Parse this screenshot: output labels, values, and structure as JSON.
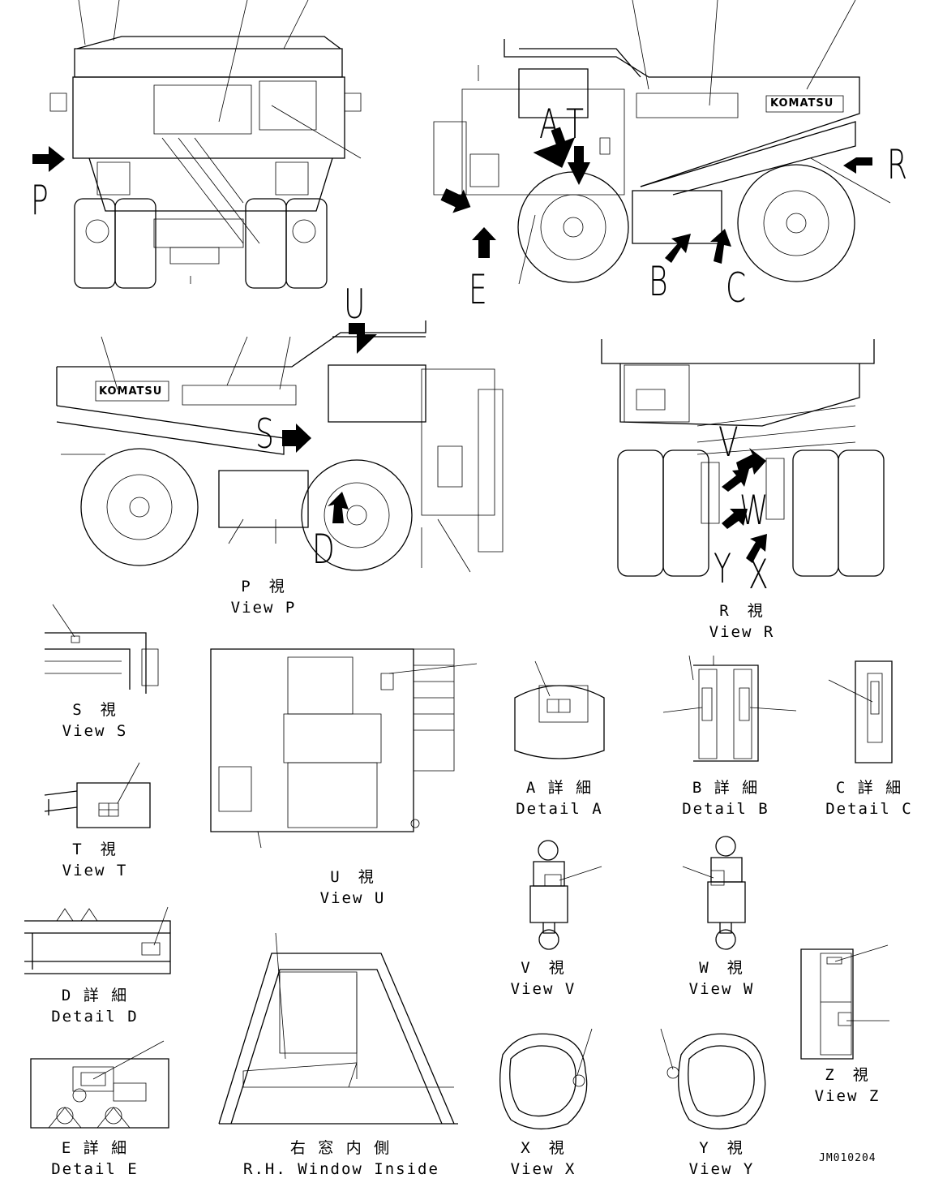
{
  "drawing_number": "JM010204",
  "brand_marking": "KOMATSU",
  "view_letters": {
    "p": "P",
    "r": "R",
    "u": "U",
    "s": "S",
    "t": "T",
    "a": "A",
    "b": "B",
    "c": "C",
    "d": "D",
    "e": "E",
    "v": "V",
    "w": "W",
    "x": "X",
    "y": "Y"
  },
  "captions": {
    "view_p": {
      "jp": "P　視",
      "en": "View P"
    },
    "view_r": {
      "jp": "R　視",
      "en": "View R"
    },
    "view_s": {
      "jp": "S　視",
      "en": "View S"
    },
    "view_t": {
      "jp": "T　視",
      "en": "View T"
    },
    "view_u": {
      "jp": "U　視",
      "en": "View U"
    },
    "view_v": {
      "jp": "V　視",
      "en": "View V"
    },
    "view_w": {
      "jp": "W　視",
      "en": "View W"
    },
    "view_x": {
      "jp": "X　視",
      "en": "View X"
    },
    "view_y": {
      "jp": "Y　視",
      "en": "View Y"
    },
    "view_z": {
      "jp": "Z　視",
      "en": "View Z"
    },
    "detail_a": {
      "jp": "A 詳 細",
      "en": "Detail A"
    },
    "detail_b": {
      "jp": "B 詳 細",
      "en": "Detail B"
    },
    "detail_c": {
      "jp": "C 詳 細",
      "en": "Detail C"
    },
    "detail_d": {
      "jp": "D 詳 細",
      "en": "Detail D"
    },
    "detail_e": {
      "jp": "E 詳 細",
      "en": "Detail E"
    },
    "rh_window": {
      "jp": "右 窓 内 側",
      "en": "R.H. Window Inside"
    }
  }
}
